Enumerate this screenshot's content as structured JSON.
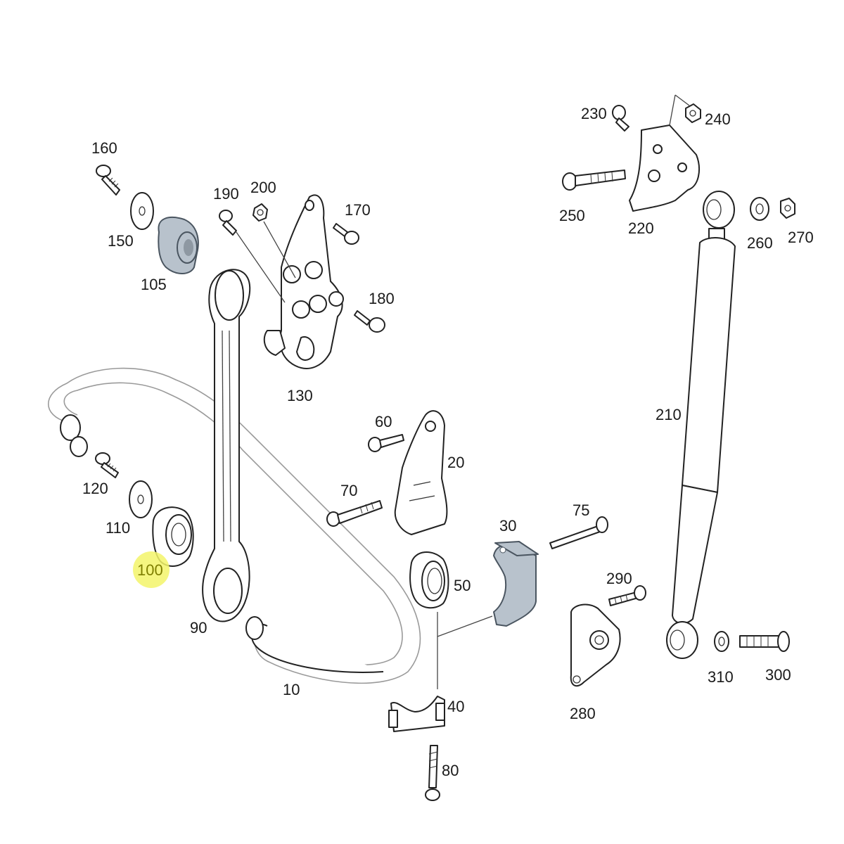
{
  "diagram": {
    "labels": {
      "p10": "10",
      "p20": "20",
      "p30": "30",
      "p40": "40",
      "p50": "50",
      "p60": "60",
      "p70": "70",
      "p75": "75",
      "p80": "80",
      "p90": "90",
      "p100": "100",
      "p105": "105",
      "p110": "110",
      "p120": "120",
      "p130": "130",
      "p150": "150",
      "p160": "160",
      "p170": "170",
      "p180": "180",
      "p190": "190",
      "p200": "200",
      "p210": "210",
      "p220": "220",
      "p230": "230",
      "p240": "240",
      "p250": "250",
      "p260": "260",
      "p270": "270",
      "p280": "280",
      "p290": "290",
      "p300": "300",
      "p310": "310"
    },
    "highlight_color": "#f3f56a",
    "part_highlight_color": "#b8c2cc"
  }
}
